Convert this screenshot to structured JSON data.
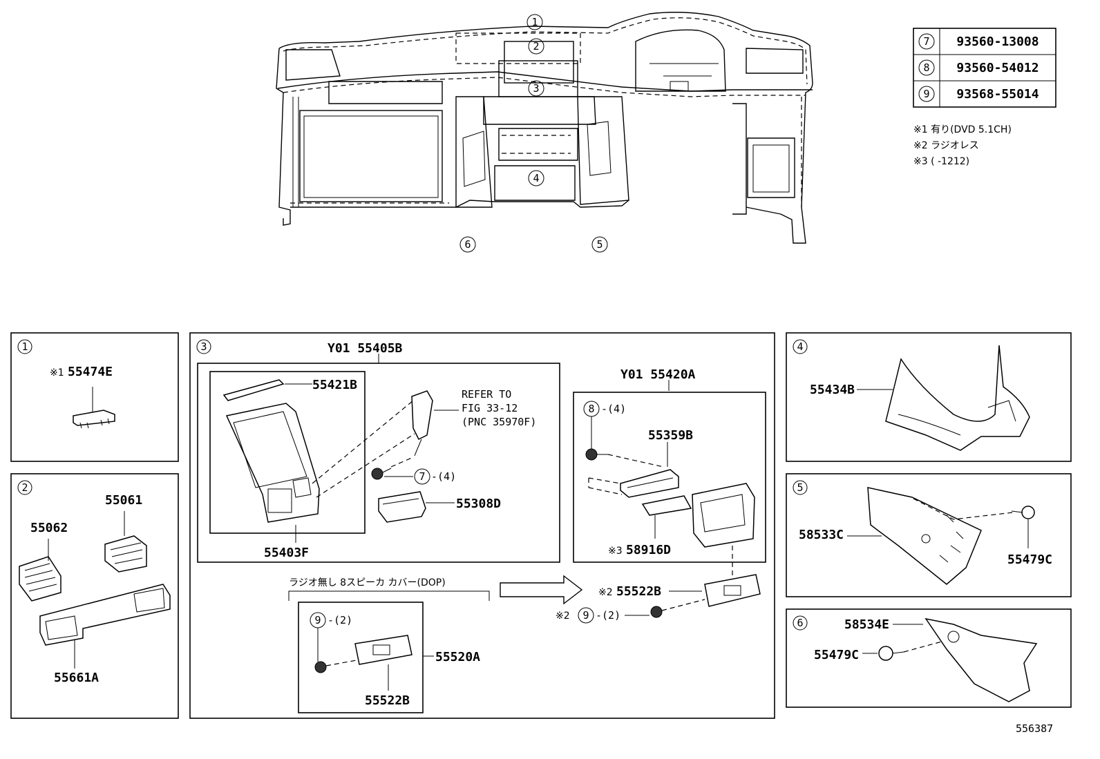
{
  "ref_table": [
    {
      "num": "7",
      "part": "93560-13008"
    },
    {
      "num": "8",
      "part": "93560-54012"
    },
    {
      "num": "9",
      "part": "93568-55014"
    }
  ],
  "notes": [
    "※1 有り(DVD 5.1CH)",
    "※2 ラジオレス",
    "※3 (      -1212)"
  ],
  "overview_callouts": [
    "1",
    "2",
    "3",
    "4",
    "5",
    "6"
  ],
  "panel1": {
    "num": "1",
    "mark": "※1",
    "part": "55474E"
  },
  "panel2": {
    "num": "2",
    "parts": [
      "55062",
      "55061",
      "55661A"
    ]
  },
  "panel3": {
    "num": "3",
    "assy_top": "Y01 55405B",
    "assy_right": "Y01 55420A",
    "refer": [
      "REFER TO",
      "FIG 33-12",
      "(PNC 35970F)"
    ],
    "p55421B": "55421B",
    "p55403F": "55403F",
    "p55308D": "55308D",
    "fastener7": "-(4)",
    "fastener8": "-(4)",
    "p55359B": "55359B",
    "mark3": "※3",
    "p58916D": "58916D",
    "mark2a": "※2",
    "p55522B_right": "55522B",
    "mark2b": "※2",
    "fastener9r": "-(2)",
    "dop_label": "ラジオ無し 8スピーカ カバー(DOP)",
    "fastener9l": "-(2)",
    "p55520A": "55520A",
    "p55522B_left": "55522B"
  },
  "panel4": {
    "num": "4",
    "part": "55434B"
  },
  "panel5": {
    "num": "5",
    "parts": [
      "58533C",
      "55479C"
    ]
  },
  "panel6": {
    "num": "6",
    "parts": [
      "58534E",
      "55479C"
    ]
  },
  "figure_id": "556387"
}
